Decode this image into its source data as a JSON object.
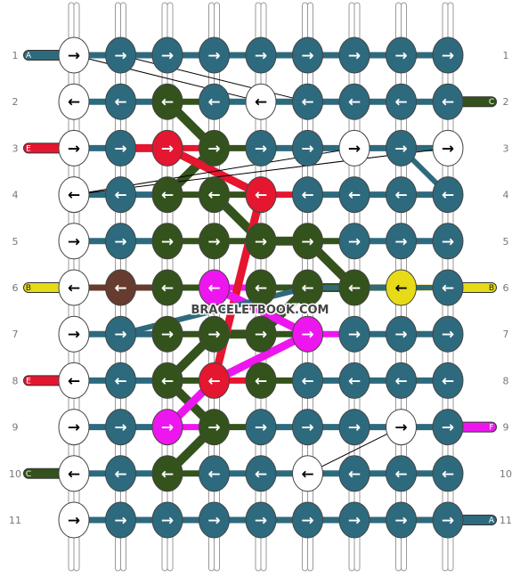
{
  "watermark": "BRACELETBOOK.COM",
  "colors": {
    "A": "#2e6a7e",
    "B": "#e6db16",
    "C": "#34521b",
    "E": "#e5162f",
    "F": "#ee16ee",
    "G": "#663c2e",
    "W": "#ffffff"
  },
  "row_numbers": [
    "1",
    "2",
    "3",
    "4",
    "5",
    "6",
    "7",
    "8",
    "9",
    "10",
    "11"
  ],
  "left_strands": [
    {
      "row": 0,
      "letter": "A",
      "color": "A"
    },
    {
      "row": 2,
      "letter": "E",
      "color": "E"
    },
    {
      "row": 5,
      "letter": "B",
      "color": "B"
    },
    {
      "row": 7,
      "letter": "E",
      "color": "E"
    },
    {
      "row": 9,
      "letter": "C",
      "color": "C"
    }
  ],
  "right_strands": [
    {
      "row": 1,
      "letter": "C",
      "color": "C"
    },
    {
      "row": 5,
      "letter": "B",
      "color": "B"
    },
    {
      "row": 8,
      "letter": "F",
      "color": "F"
    },
    {
      "row": 10,
      "letter": "A",
      "color": "A"
    }
  ],
  "knots": [
    {
      "c": [
        "W",
        "A",
        "A",
        "A",
        "A",
        "A",
        "A",
        "A",
        "A"
      ],
      "d": [
        "r",
        "r",
        "r",
        "r",
        "r",
        "r",
        "r",
        "r",
        "r"
      ]
    },
    {
      "c": [
        "W",
        "A",
        "C",
        "A",
        "W",
        "A",
        "A",
        "A",
        "A"
      ],
      "d": [
        "l",
        "l",
        "l",
        "l",
        "l",
        "l",
        "l",
        "l",
        "l"
      ]
    },
    {
      "c": [
        "W",
        "A",
        "E",
        "C",
        "A",
        "A",
        "W",
        "A",
        "W"
      ],
      "d": [
        "r",
        "r",
        "r",
        "r",
        "r",
        "r",
        "r",
        "r",
        "r"
      ]
    },
    {
      "c": [
        "W",
        "A",
        "C",
        "C",
        "E",
        "A",
        "A",
        "A",
        "A"
      ],
      "d": [
        "l",
        "l",
        "l",
        "l",
        "l",
        "l",
        "l",
        "l",
        "l"
      ]
    },
    {
      "c": [
        "W",
        "A",
        "C",
        "C",
        "C",
        "C",
        "A",
        "A",
        "A"
      ],
      "d": [
        "r",
        "r",
        "r",
        "r",
        "r",
        "r",
        "r",
        "r",
        "r"
      ]
    },
    {
      "c": [
        "W",
        "G",
        "C",
        "F",
        "C",
        "C",
        "C",
        "B",
        "A"
      ],
      "d": [
        "l",
        "l",
        "l",
        "l",
        "l",
        "l",
        "l",
        "l",
        "l"
      ]
    },
    {
      "c": [
        "W",
        "A",
        "C",
        "C",
        "C",
        "F",
        "A",
        "A",
        "A"
      ],
      "d": [
        "r",
        "r",
        "r",
        "r",
        "r",
        "r",
        "r",
        "r",
        "r"
      ]
    },
    {
      "c": [
        "W",
        "A",
        "C",
        "E",
        "C",
        "A",
        "A",
        "A",
        "A"
      ],
      "d": [
        "l",
        "l",
        "l",
        "l",
        "l",
        "l",
        "l",
        "l",
        "l"
      ]
    },
    {
      "c": [
        "W",
        "A",
        "F",
        "C",
        "A",
        "A",
        "A",
        "W",
        "A"
      ],
      "d": [
        "r",
        "r",
        "r",
        "r",
        "r",
        "r",
        "r",
        "r",
        "r"
      ]
    },
    {
      "c": [
        "W",
        "A",
        "C",
        "A",
        "A",
        "W",
        "A",
        "A",
        "A"
      ],
      "d": [
        "l",
        "l",
        "l",
        "l",
        "l",
        "l",
        "l",
        "l",
        "l"
      ]
    },
    {
      "c": [
        "W",
        "A",
        "A",
        "A",
        "A",
        "A",
        "A",
        "A",
        "A"
      ],
      "d": [
        "r",
        "r",
        "r",
        "r",
        "r",
        "r",
        "r",
        "r",
        "r"
      ]
    }
  ]
}
